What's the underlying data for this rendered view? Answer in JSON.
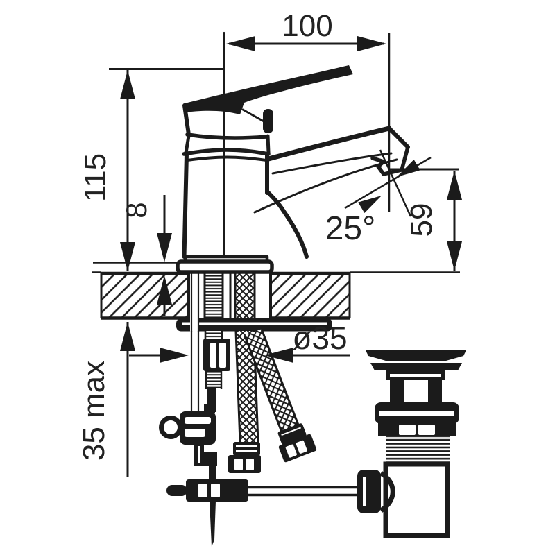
{
  "diagram": {
    "type": "technical-drawing",
    "subject": "Single-lever basin mixer tap, side view, with mounting hardware, flexible supply hoses and click-clack pop-up waste drain",
    "units": "mm",
    "ink_color": "#1b1b1b",
    "background_color": "#ffffff",
    "dimensions": {
      "spout_reach": "100",
      "body_height": "115",
      "base_plate_thickness": "8",
      "spout_angle": "25°",
      "outlet_height": "59",
      "mounting_hole_diameter": "ø35",
      "max_deck_thickness": "35 max"
    }
  }
}
